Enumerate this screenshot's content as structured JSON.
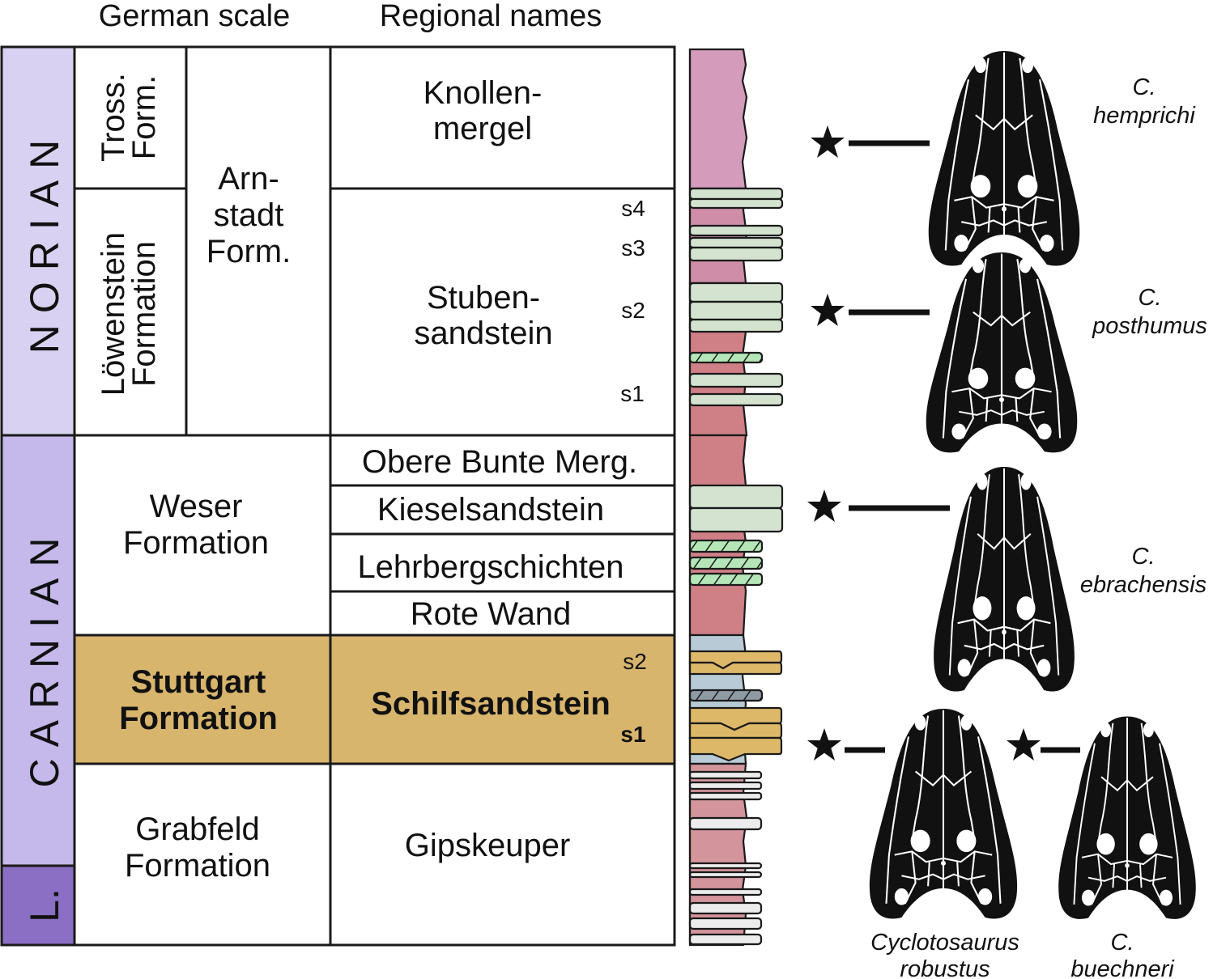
{
  "headers": {
    "german_scale": "German scale",
    "regional_names": "Regional names"
  },
  "stages": [
    {
      "id": "norian",
      "label": "NORIAN",
      "color": "#d9d1f1"
    },
    {
      "id": "carnian",
      "label": "CARNIAN",
      "color": "#c5b8eb"
    },
    {
      "id": "ladinian",
      "label": "L.",
      "color": "#8a6fc4"
    }
  ],
  "german_scale": {
    "tross": {
      "lines": [
        "Tross.",
        "Form."
      ]
    },
    "loewenstein": {
      "lines": [
        "Löwenstein",
        "Formation"
      ]
    },
    "arnstadt": {
      "lines": [
        "Arn-",
        "stadt",
        "Form."
      ]
    },
    "weser": {
      "lines": [
        "Weser",
        "Formation"
      ]
    },
    "stuttgart": {
      "lines": [
        "Stuttgart",
        "Formation"
      ],
      "highlight_color": "#d8b56d"
    },
    "grabfeld": {
      "lines": [
        "Grabfeld",
        "Formation"
      ]
    }
  },
  "regional_names": {
    "knollenmergel": {
      "lines": [
        "Knollen-",
        "mergel"
      ]
    },
    "stubensandstein": {
      "lines": [
        "Stuben-",
        "sandstein"
      ],
      "units": [
        "s4",
        "s3",
        "s2",
        "s1"
      ]
    },
    "obere_bunte": {
      "label": "Obere Bunte Merg."
    },
    "kieselsandstein": {
      "label": "Kieselsandstein"
    },
    "lehrbergschichten": {
      "label": "Lehrbergschichten"
    },
    "rote_wand": {
      "label": "Rote Wand"
    },
    "schilfsandstein": {
      "label": "Schilfsandstein",
      "units": [
        "s2",
        "s1"
      ]
    },
    "gipskeuper": {
      "label": "Gipskeuper"
    }
  },
  "lithology_colors": {
    "mudstone_purple": "#d49bbb",
    "mudstone_red": "#cf7f86",
    "mudstone_pink": "#d3949c",
    "sandstone_green": "#d3e3d0",
    "hatched_green": "#b5e6b7",
    "sandstone_yellow": "#deb869",
    "shale_blue": "#b8cad6",
    "hatched_gray": "#8e9ba4",
    "gypsum_white": "#ececec"
  },
  "species": [
    {
      "id": "hemprichi",
      "lines": [
        "C.",
        "hemprichi"
      ]
    },
    {
      "id": "posthumus",
      "lines": [
        "C.",
        "posthumus"
      ]
    },
    {
      "id": "ebrachensis",
      "lines": [
        "C.",
        "ebrachensis"
      ]
    },
    {
      "id": "robustus",
      "lines": [
        "Cyclotosaurus",
        "robustus"
      ]
    },
    {
      "id": "buechneri",
      "lines": [
        "C.",
        "buechneri"
      ]
    }
  ],
  "marker_icon": "star-icon"
}
